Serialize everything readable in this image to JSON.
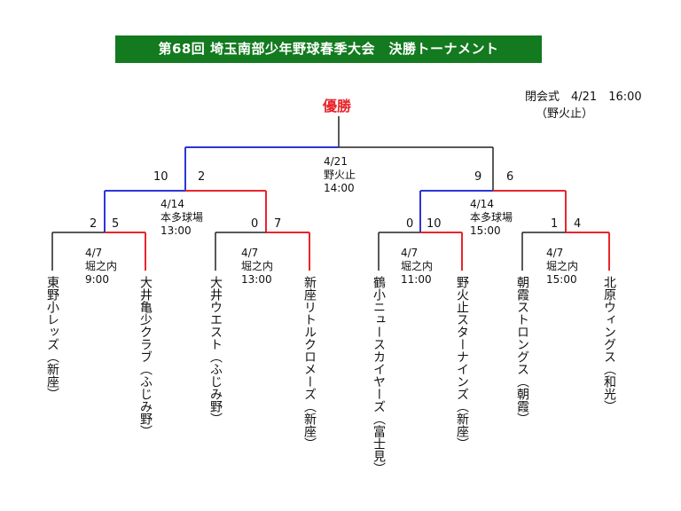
{
  "title": "第68回 埼玉南部少年野球春季大会　決勝トーナメント",
  "winner_label": "優勝",
  "closing": {
    "line1": "閉会式　4/21　16:00",
    "line2": "（野火止）"
  },
  "colors": {
    "title_bg": "#137a1f",
    "title_text": "#ffffff",
    "winner": "#e8262d",
    "line_black": "#222222",
    "line_red": "#e8262d",
    "line_blue": "#2b36d6"
  },
  "teams": [
    "東野小レッズ（新座）",
    "大井亀少クラブ（ふじみ野）",
    "大井ウエスト（ふじみ野）",
    "新座リトルクロメーズ（新座）",
    "鶴小ニュースカイヤーズ（富士見）",
    "野火止スターナインズ（新座）",
    "朝霞ストロングス（朝霞）",
    "北原ウィングス（和光）"
  ],
  "round1": [
    {
      "date": "4/7",
      "venue": "堀之内",
      "time": "9:00",
      "score_left": "2",
      "score_right": "5"
    },
    {
      "date": "4/7",
      "venue": "堀之内",
      "time": "13:00",
      "score_left": "0",
      "score_right": "7"
    },
    {
      "date": "4/7",
      "venue": "堀之内",
      "time": "11:00",
      "score_left": "0",
      "score_right": "10"
    },
    {
      "date": "4/7",
      "venue": "堀之内",
      "time": "15:00",
      "score_left": "1",
      "score_right": "4"
    }
  ],
  "semis": [
    {
      "date": "4/14",
      "venue": "本多球場",
      "time": "13:00",
      "score_left": "10",
      "score_right": "2"
    },
    {
      "date": "4/14",
      "venue": "本多球場",
      "time": "15:00",
      "score_left": "9",
      "score_right": "6"
    }
  ],
  "final": {
    "date": "4/21",
    "venue": "野火止",
    "time": "14:00"
  }
}
